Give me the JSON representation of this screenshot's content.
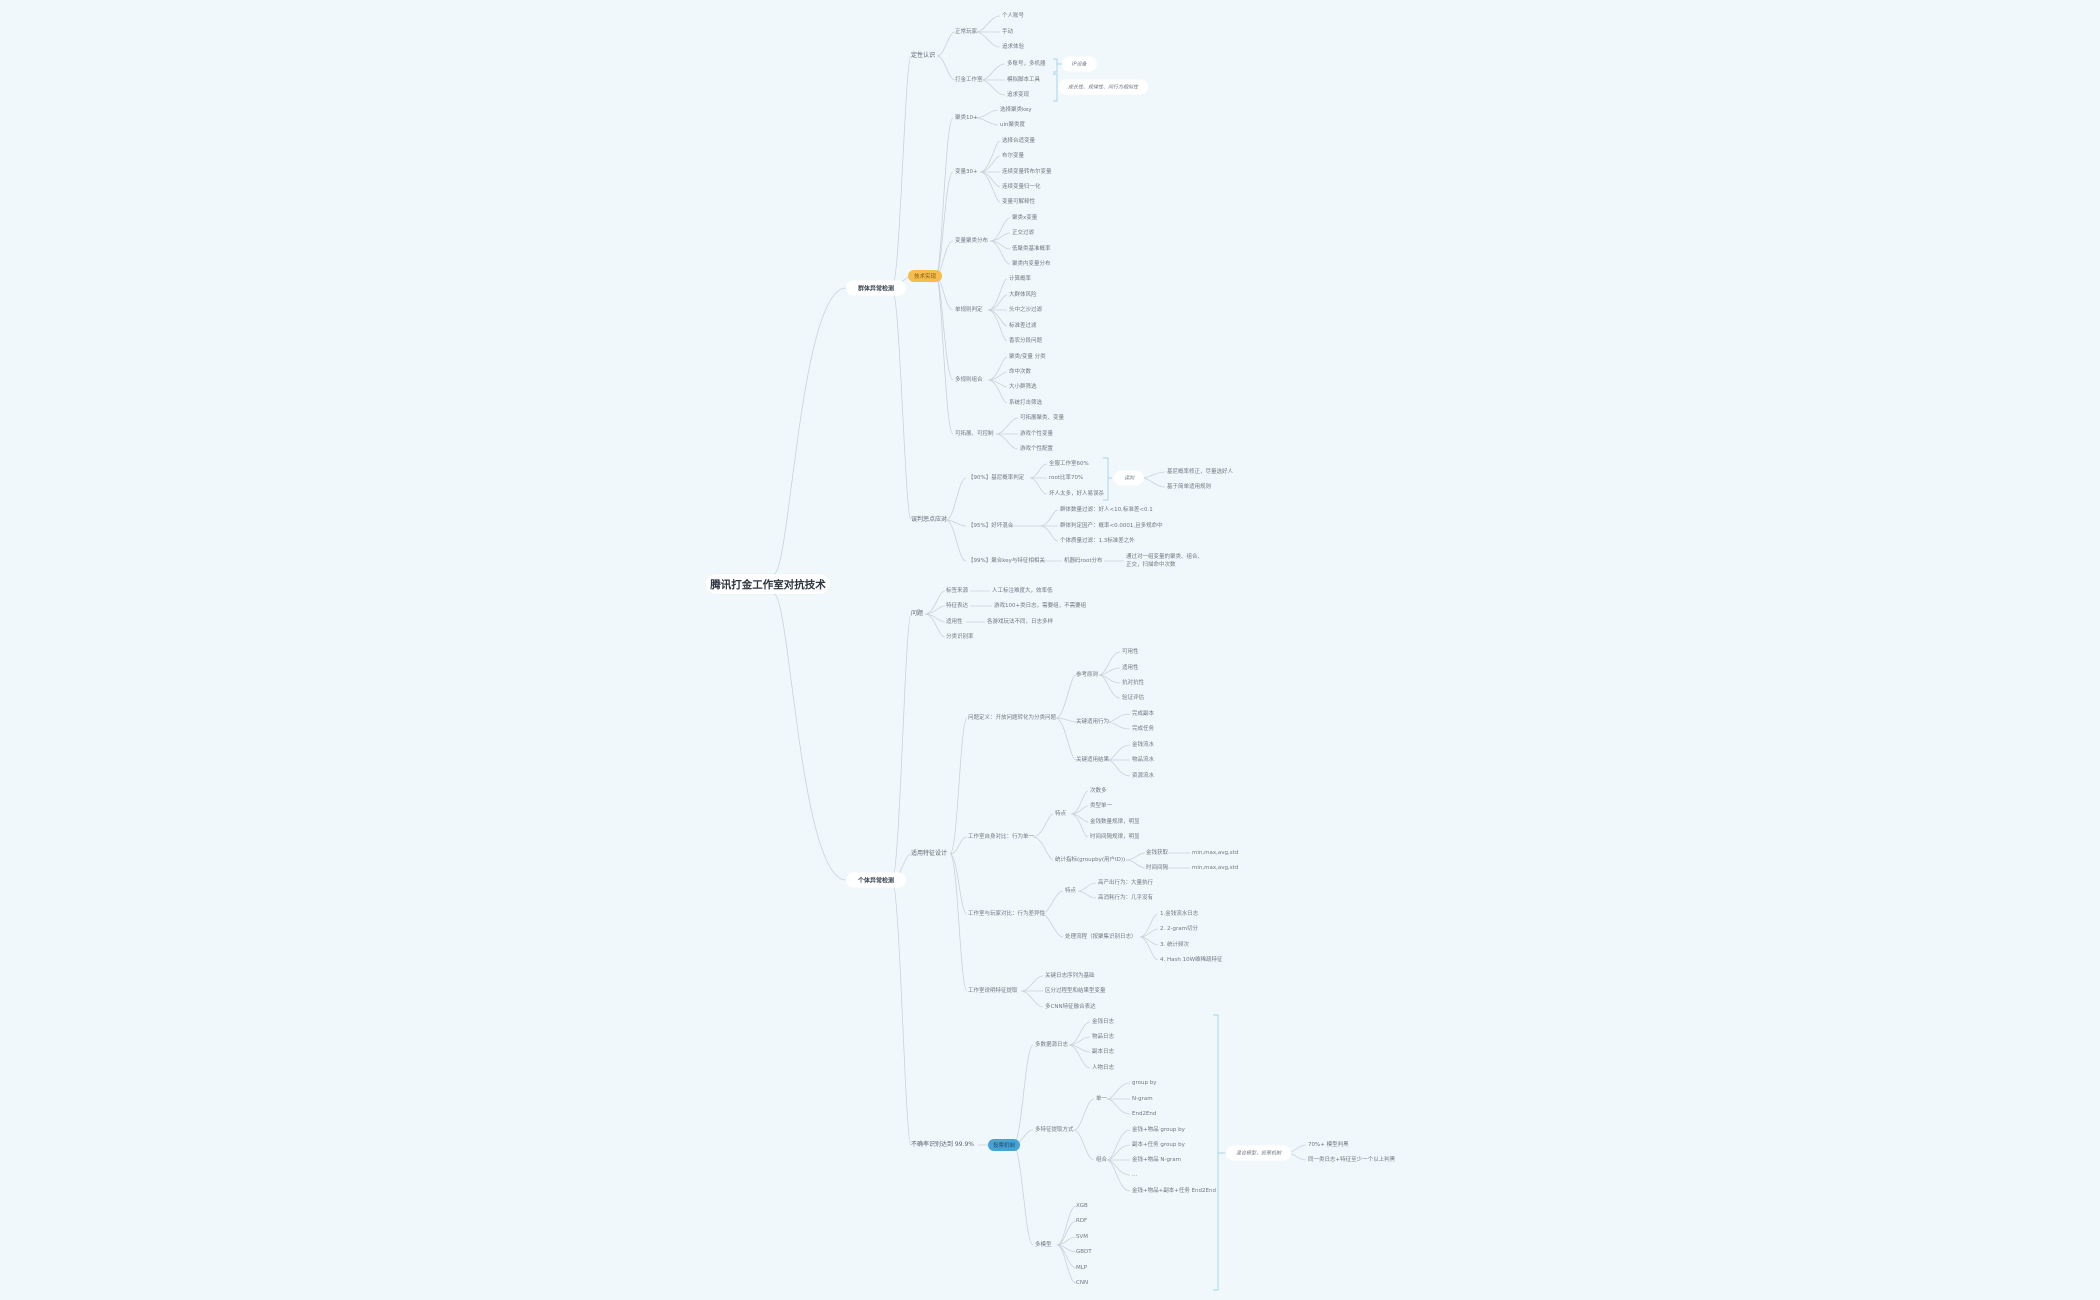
{
  "mindmap": {
    "title": "腾讯打金工作室对抗技术",
    "colors": {
      "background": "#F0F8FB",
      "line": "#c7d3db",
      "highlight_orange": "#F7BD4A",
      "highlight_blue": "#45A3D6",
      "brace": "#a9d3ee"
    },
    "group": {
      "label": "群体异常检测",
      "recognize": {
        "label": "定性认识",
        "normal": {
          "label": "正常玩家",
          "items": [
            "个人账号",
            "手动",
            "追求体验"
          ]
        },
        "studio": {
          "label": "打金工作室",
          "items": [
            "多账号，多机器",
            "模拟脚本工具",
            "追求变现"
          ]
        },
        "note1": "IP设备",
        "note2": "成长性、规律性、同行为相似性"
      },
      "tech": {
        "label": "技术实现",
        "agg_key": {
          "label": "聚类10+",
          "items": [
            "选择聚类key",
            "uin聚类度"
          ]
        },
        "var": {
          "label": "变量30+",
          "items": [
            "选择合适变量",
            "布尔变量",
            "连续变量转布尔变量",
            "连续变量归一化",
            "变量可解释性"
          ]
        },
        "dist": {
          "label": "变量聚类分布",
          "items": [
            "聚类x变量",
            "正交过滤",
            "低聚类基准概率",
            "聚类内变量分布"
          ]
        },
        "single": {
          "label": "单规则判定",
          "items": [
            "计算概率",
            "大群体风险",
            "头中之沙过滤",
            "标准差过滤",
            "香农分段问题"
          ]
        },
        "multi": {
          "label": "多规则组合",
          "items": [
            "聚类/变量 分类",
            "命中次数",
            "大小群筛选",
            "系统打击筛选"
          ]
        },
        "config": {
          "label": "可拓展、可控制",
          "items": [
            "可拓展聚类、变量",
            "游戏个性变量",
            "游戏个性配置"
          ]
        }
      },
      "rules": {
        "label": "误判惩点应对",
        "r1": {
          "label": "【90%】基尼概率判定",
          "items": [
            "全服工作室60%",
            "root比率70%",
            "坏人太多，好人易误杀"
          ]
        },
        "r1_note": "误判",
        "r1_out": [
          "基尼概率修正，尽量选好人",
          "基于简单适用规则"
        ],
        "r2": {
          "label": "【95%】好坏混合",
          "items": [
            "群体数量过滤：好人<10,标准差<0.1",
            "群体判定因产：概率<0.0001,且多规命中",
            "个体质量过滤：1.3标准差之外"
          ]
        },
        "r3": {
          "label": "【99%】聚合key与特征相相关",
          "mid": "机器码root分布",
          "out": "通过对一组变量的聚类、组合、正交，扫描命中次数"
        }
      }
    },
    "individual": {
      "label": "个体异常检测",
      "problem": {
        "label": "问题",
        "items": [
          {
            "label": "标签来源",
            "detail": "人工标注难度大，效率低"
          },
          {
            "label": "特征表达",
            "detail": "游戏100+类日志，需要组，不需要组"
          },
          {
            "label": "适用性",
            "detail": "各游戏玩法不同，日志多样"
          },
          {
            "label": "分类识别率",
            "detail": ""
          }
        ]
      },
      "feature": {
        "label": "适用特征设计",
        "define": {
          "label": "问题定义：开放问题转化为分类问题",
          "ref": {
            "label": "参考原则",
            "items": [
              "可用性",
              "适用性",
              "抗对抗性",
              "验证评估"
            ]
          },
          "behav": {
            "label": "关键适用行为",
            "items": [
              "完成副本",
              "完成任务"
            ]
          },
          "result": {
            "label": "关键适用结果",
            "items": [
              "金钱流水",
              "物品流水",
              "资源流水"
            ]
          }
        },
        "self": {
          "label": "工作室自身对比：行为单一",
          "trait": {
            "label": "特点",
            "items": [
              "次数多",
              "类型单一",
              "金钱数量规律，明显",
              "时间间隔规律，明显"
            ]
          },
          "stat": {
            "label": "统计指标(groupby(用户ID))",
            "items": [
              {
                "label": "金钱获取",
                "detail": "min,max,avg,std"
              },
              {
                "label": "时间间隔",
                "detail": "min,max,avg,std"
              }
            ]
          }
        },
        "vs": {
          "label": "工作室与玩家对比：行为差异性",
          "trait": {
            "label": "特点",
            "items": [
              "高产出行为：大量执行",
              "高消耗行为：几乎没有"
            ]
          },
          "flow": {
            "label": "处理流程（按聚集识别日志）",
            "items": [
              "1.金钱流水日志",
              "2. 2-gram切分",
              "3. 统计频次",
              "4. Hash 10W维稀疏特征"
            ]
          }
        },
        "extract": {
          "label": "工作室说明特征提取",
          "items": [
            "关键日志序列为基础",
            "区分过程型和结果型变量",
            "多CNN特征融合表达"
          ]
        }
      },
      "vote": {
        "label": "不确率识别达到 99.9%",
        "tag": "投票机制",
        "sources": {
          "label": "多数据源日志",
          "items": [
            "金钱日志",
            "物品日志",
            "副本日志",
            "人物日志"
          ]
        },
        "extract": {
          "label": "多特征提取方式",
          "single": {
            "label": "单一",
            "items": [
              "group by",
              "N-gram",
              "End2End"
            ]
          },
          "combo": {
            "label": "组合",
            "items": [
              "金钱+物品 group by",
              "副本+任务 group by",
              "金钱+物品 N-gram",
              "...",
              "金钱+物品+副本+任务  End2End"
            ]
          }
        },
        "models": {
          "label": "多模型",
          "items": [
            "XGB",
            "RDF",
            "SVM",
            "GBDT",
            "MLP",
            "CNN"
          ]
        },
        "combined": {
          "label": "混合模型，投票机制",
          "items": [
            "70%+ 模型判黑",
            "同一类日志+特征至少一个以上判黑"
          ]
        }
      }
    }
  }
}
